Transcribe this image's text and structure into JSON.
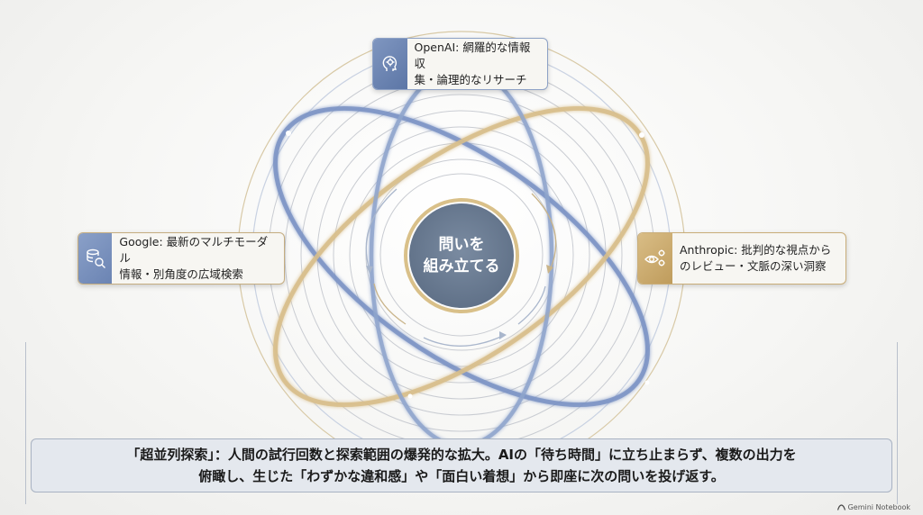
{
  "center": {
    "line1": "問いを",
    "line2": "組み立てる"
  },
  "callouts": {
    "openai": {
      "line1": "OpenAI: 網羅的な情報収",
      "line2": "集・論理的なリサーチ",
      "icon": "brain-gear-icon"
    },
    "google": {
      "line1": "Google: 最新のマルチモーダル",
      "line2": "情報・別角度の広域検索",
      "icon": "database-search-icon"
    },
    "anthropic": {
      "line1": "Anthropic: 批判的な視点から",
      "line2": "のレビュー・文脈の深い洞察",
      "icon": "eye-gears-icon"
    }
  },
  "summary": {
    "line1": "「超並列探索」：人間の試行回数と探索範囲の爆発的な拡大。AIの「待ち時間」に立ち止まらず、複数の出力を",
    "line2": "俯瞰し、生じた「わずかな違和感」や「面白い着想」から即座に次の問いを投げ返す。"
  },
  "brand": {
    "label": "Gemini Notebook"
  },
  "colors": {
    "blue": "#7b93c4",
    "gold": "#d8bf8c",
    "center": "#6e7f96",
    "rim": "#cdb88a"
  }
}
